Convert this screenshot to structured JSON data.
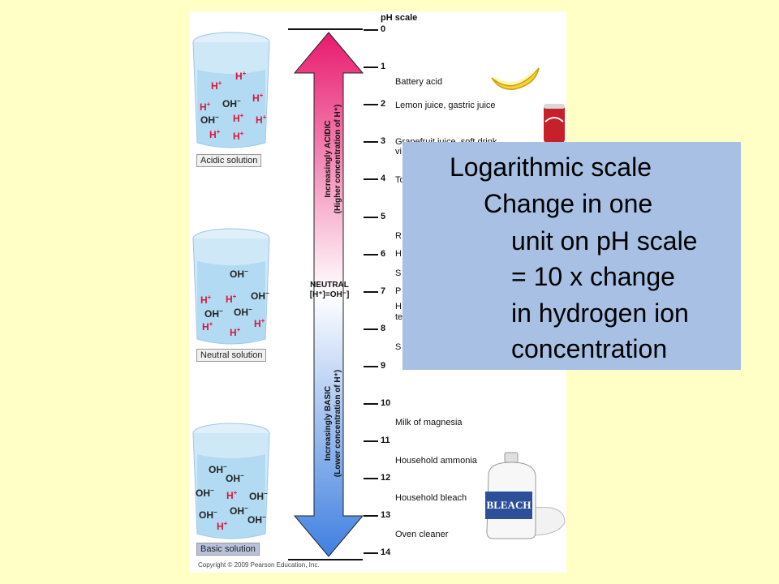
{
  "figure": {
    "scale_title": "pH scale",
    "ph_ticks": [
      "0",
      "1",
      "2",
      "3",
      "4",
      "5",
      "6",
      "7",
      "8",
      "9",
      "10",
      "11",
      "12",
      "13",
      "14"
    ],
    "examples": {
      "battery": "Battery acid",
      "lemon": "Lemon juice, gastric juice",
      "grapefruit_1": "Grapefruit juice, soft drink,",
      "grapefruit_2": "vi",
      "t4": "To",
      "r": "R",
      "h6": "H",
      "s": "S",
      "p": "P",
      "h7_1": "H",
      "h7_2": "te",
      "s8": "S",
      "magnesia": "Milk of magnesia",
      "ammonia": "Household ammonia",
      "bleach": "Household bleach",
      "oven": "Oven cleaner"
    },
    "arrow_top_label_1": "Increasingly ACIDIC",
    "arrow_top_label_2": "(Higher concentration of H⁺)",
    "arrow_bottom_label_1": "Increasingly BASIC",
    "arrow_bottom_label_2": "(Lower concentration of H⁺)",
    "neutral_label": "NEUTRAL",
    "neutral_formula": "[H⁺]=OH⁻]",
    "solutions": {
      "acidic": "Acidic solution",
      "neutral": "Neutral solution",
      "basic": "Basic solution"
    },
    "ions": {
      "h": "H",
      "oh": "OH"
    },
    "bleach_jug_text": "BLEACH",
    "copyright": "Copyright © 2009 Pearson Education, Inc.",
    "colors": {
      "acid": "#e8196e",
      "base": "#3f7fe0",
      "neutral": "#ffffff"
    }
  },
  "overlay": {
    "line1": "Logarithmic scale",
    "line2": "Change in one",
    "line3": "unit on pH scale",
    "line4": "= 10 x change",
    "line5": "in hydrogen ion",
    "line6": "concentration"
  }
}
